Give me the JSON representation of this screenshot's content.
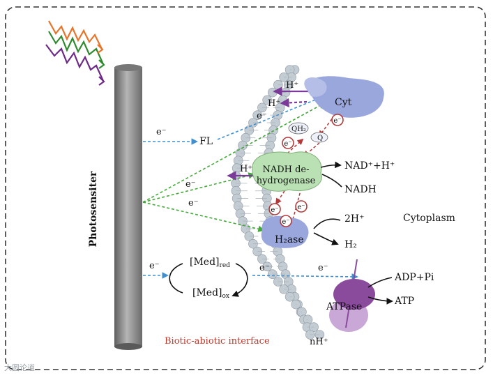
{
  "labels": {
    "photosensiter": "Photosensiter",
    "cytoplasm": "Cytoplasm",
    "interface": "Biotic-abiotic interface",
    "fl": "FL",
    "cyt": "Cyt",
    "qh2": "QH₂",
    "q": "Q",
    "nadh_deh_line1": "NADH de-",
    "nadh_deh_line2": "hydrogenase",
    "nad_plus": "NAD⁺+H⁺",
    "nadh": "NADH",
    "two_h_plus": "2H⁺",
    "h2ase": "H₂ase",
    "h2": "H₂",
    "med_red": "[Med]",
    "med_red_sub": "red",
    "med_ox": "[Med]",
    "med_ox_sub": "ox",
    "adp_pi": "ADP+Pi",
    "atp": "ATP",
    "atpase": "ATPase",
    "nh_plus": "nH⁺",
    "h_plus": "H⁺",
    "electron": "e⁻"
  },
  "colors": {
    "blue_arrow": "#3f8fd1",
    "green_arrow": "#44a83a",
    "purple_arrow": "#7b3a9a",
    "red_arrow": "#b23a3a",
    "protein_blue": "#9aa7dd",
    "protein_green": "#b9e1b3",
    "protein_purple": "#8a4b9c",
    "membrane_bead": "#c4ccd3",
    "electrode": "#8e8e8e"
  },
  "watermark": "大圆论道"
}
